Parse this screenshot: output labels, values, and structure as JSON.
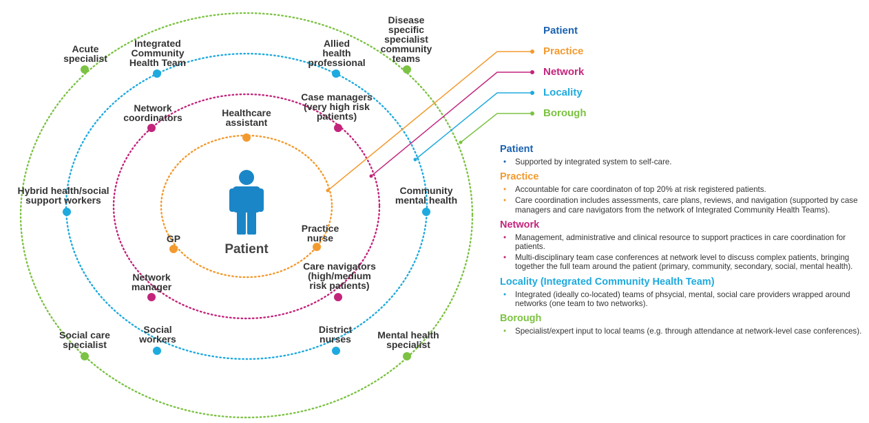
{
  "colors": {
    "patient": "#1a62b0",
    "practice": "#f39a2e",
    "network": "#c3247b",
    "locality": "#1eaade",
    "borough": "#7cc243"
  },
  "patient_figure": {
    "icon": "person-icon",
    "caption": "Patient"
  },
  "legend": [
    {
      "label": "Patient",
      "color": "#1a62b0"
    },
    {
      "label": "Practice",
      "color": "#f39a2e"
    },
    {
      "label": "Network",
      "color": "#c3247b"
    },
    {
      "label": "Locality",
      "color": "#1eaade"
    },
    {
      "label": "Borough",
      "color": "#7cc243"
    }
  ],
  "nodes": {
    "healthcare_assistant": "Healthcare\nassistant",
    "gp": "GP",
    "practice_nurse": "Practice\nnurse",
    "network_coordinators": "Network\ncoordinators",
    "case_managers": "Case managers\n(very high risk\npatients)",
    "network_manager": "Network\nmanager",
    "care_navigators": "Care navigators\n(high/medium\nrisk patients)",
    "integrated_team": "Integrated\nCommunity\nHealth Team",
    "allied_health": "Allied\nhealth\nprofessional",
    "hybrid_workers": "Hybrid health/social\nsupport workers",
    "community_mental_health": "Community\nmental health",
    "social_workers": "Social\nworkers",
    "district_nurses": "District\nnurses",
    "acute_specialist": "Acute\nspecialist",
    "disease_teams": "Disease\nspecific\nspecialist\ncommunity\nteams",
    "social_care_specialist": "Social care\nspecialist",
    "mental_health_specialist": "Mental health\nspecialist"
  },
  "sections": {
    "patient": {
      "heading": "Patient",
      "bullets": [
        "Supported by integrated system to self-care."
      ]
    },
    "practice": {
      "heading": "Practice",
      "bullets": [
        "Accountable for care coordinaton of top 20% at risk registered patients.",
        "Care coordination includes assessments, care plans, reviews, and navigation (supported by case managers and care navigators from the network of Integrated Community Health Teams)."
      ]
    },
    "network": {
      "heading": "Network",
      "bullets": [
        "Management, administrative and clinical resource to support practices in care coordination for patients.",
        "Multi-disciplinary team case conferences at network level to discuss complex patients, bringing together the full team around the patient (primary, community, secondary, social, mental health)."
      ]
    },
    "locality": {
      "heading": "Locality (Integrated Community Health Team)",
      "bullets": [
        "Integrated (ideally co-located) teams of phsycial, mental, social care providers wrapped around networks (one team to two networks)."
      ]
    },
    "borough": {
      "heading": "Borough",
      "bullets": [
        "Specialist/expert input to local teams (e.g. through attendance at network-level case conferences)."
      ]
    }
  }
}
